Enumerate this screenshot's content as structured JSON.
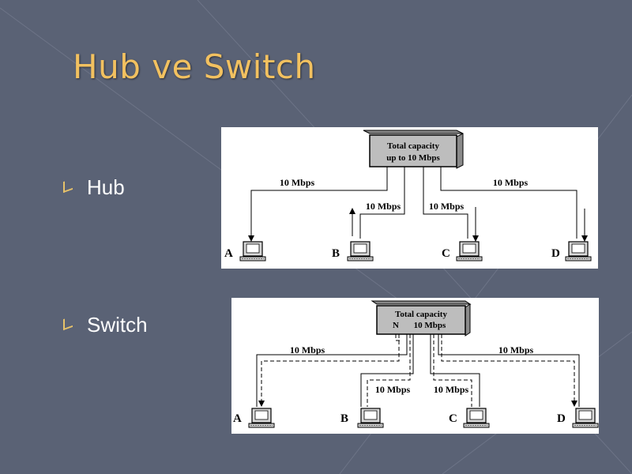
{
  "slide": {
    "title": "Hub ve Switch",
    "bullets": [
      "Hub",
      "Switch"
    ]
  },
  "hub_diagram": {
    "box_line1": "Total capacity",
    "box_line2": "up to 10 Mbps",
    "link_labels": [
      "10 Mbps",
      "10 Mbps",
      "10 Mbps",
      "10 Mbps"
    ],
    "nodes": [
      "A",
      "B",
      "C",
      "D"
    ]
  },
  "switch_diagram": {
    "box_line1": "Total capacity",
    "box_line2_a": "N",
    "box_line2_b": "10 Mbps",
    "link_labels": [
      "10 Mbps",
      "10 Mbps",
      "10 Mbps",
      "10 Mbps"
    ],
    "nodes": [
      "A",
      "B",
      "C",
      "D"
    ]
  },
  "colors": {
    "background": "#5a6275",
    "title": "#f2c160",
    "bullet_mark": "#e6c26a"
  }
}
